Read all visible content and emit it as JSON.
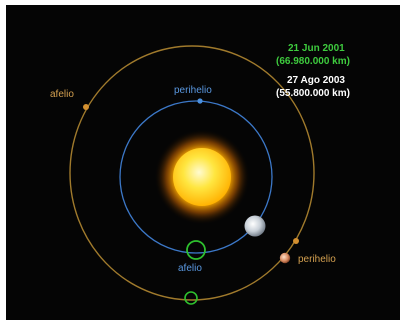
{
  "labels": {
    "mars_aphelion": "afelio",
    "mars_perihelion": "perihelio",
    "earth_perihelion": "perihelio",
    "earth_aphelion": "afelio",
    "opposition_2001_date": "21 Jun 2001",
    "opposition_2001_distance": "(66.980.000 km)",
    "opposition_2003_date": "27 Ago 2003",
    "opposition_2003_distance": "(55.800.000 km)"
  },
  "colors": {
    "background": "#050505",
    "mars_orbit": "#a07a2c",
    "earth_orbit": "#3c78c8",
    "label_2001": "#3ecb3e",
    "label_2003": "#ffffff",
    "sun": "#ffd21e"
  }
}
